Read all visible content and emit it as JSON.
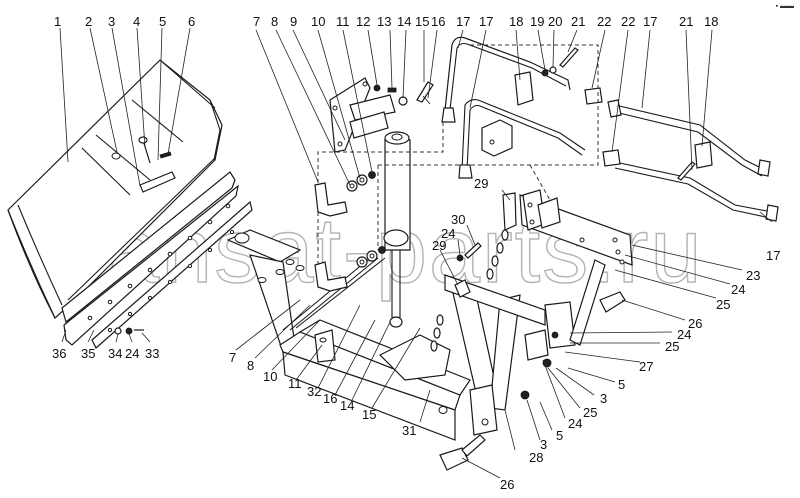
{
  "diagram": {
    "title": "Exploded view — dozer blade mount assembly",
    "watermark": "ansat-parts.ru",
    "corner_mark": "▪ ▬▬",
    "labels": {
      "top": [
        "1",
        "2",
        "3",
        "4",
        "5",
        "6",
        "7",
        "8",
        "9",
        "10",
        "11",
        "12",
        "13",
        "14",
        "15",
        "16",
        "17",
        "17",
        "18",
        "19",
        "20",
        "21",
        "22",
        "22",
        "17",
        "21",
        "18"
      ],
      "right": [
        "17",
        "23",
        "24",
        "25",
        "26",
        "24",
        "25",
        "27",
        "5",
        "3",
        "25",
        "24",
        "5",
        "3",
        "28",
        "26"
      ],
      "left_bottom": [
        "36",
        "35",
        "34",
        "24",
        "33"
      ],
      "center_bottom": [
        "7",
        "8",
        "10",
        "11",
        "32",
        "16",
        "14",
        "15",
        "31"
      ],
      "center": [
        "29",
        "30",
        "24",
        "29"
      ]
    }
  }
}
